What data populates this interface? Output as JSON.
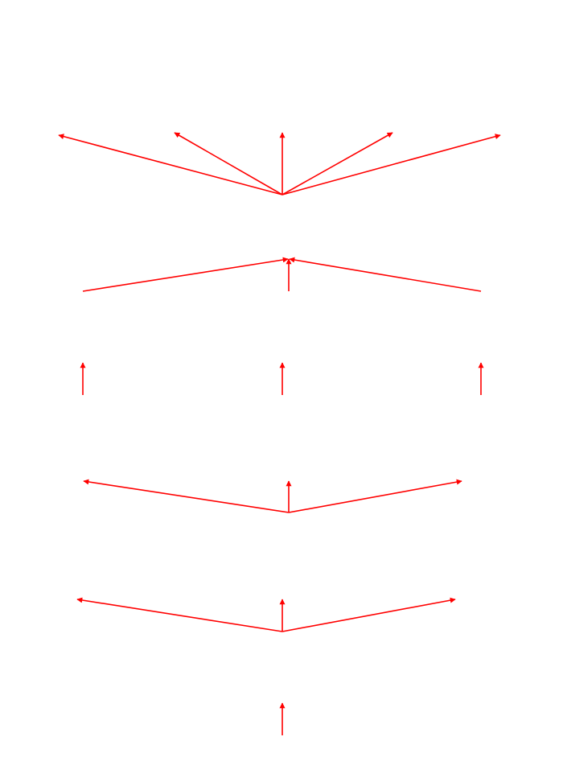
{
  "diagram": {
    "arrow_color": "#ff0000",
    "background": "#ffffff",
    "rows": [
      {
        "name": "fan-out-five",
        "arrow_count": 5
      },
      {
        "name": "converge-three",
        "arrow_count": 3
      },
      {
        "name": "parallel-three",
        "arrow_count": 3
      },
      {
        "name": "fan-out-three-upper",
        "arrow_count": 3
      },
      {
        "name": "fan-out-three-lower",
        "arrow_count": 3
      },
      {
        "name": "single-arrow",
        "arrow_count": 1
      }
    ]
  }
}
